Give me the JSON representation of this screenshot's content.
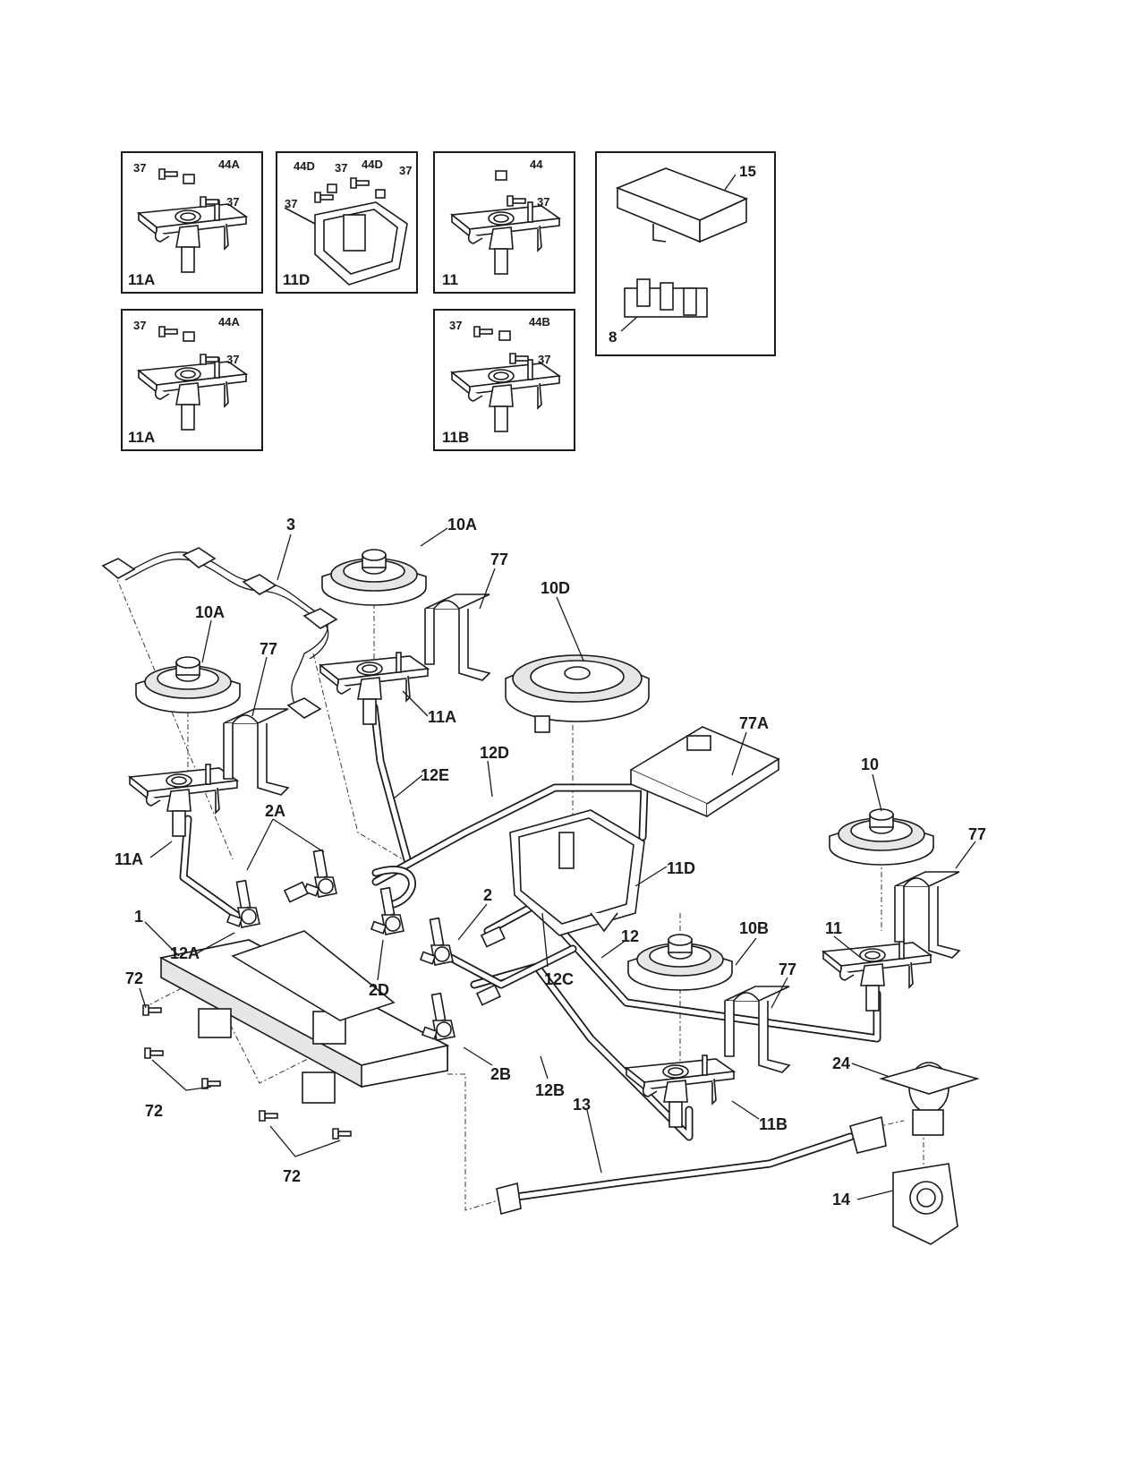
{
  "insets": {
    "p1": {
      "part": "11A",
      "screw_left": "37",
      "cap": "44A",
      "screw_right": "37"
    },
    "p2": {
      "part": "11D",
      "cap_left": "44D",
      "screw_mid": "37",
      "cap_right": "44D",
      "screw_right": "37",
      "screw_left": "37"
    },
    "p3": {
      "part": "11",
      "cap": "44",
      "screw_right": "37"
    },
    "p4": {
      "cover": "15",
      "module": "8"
    },
    "p5": {
      "part": "11A",
      "screw_left": "37",
      "cap": "44A",
      "screw_right": "37"
    },
    "p6": {
      "part": "11B",
      "screw_left": "37",
      "cap": "44B",
      "screw_right": "37"
    }
  },
  "callouts": {
    "harness": "3",
    "burner_rear_left": "10A",
    "bracket_rear_left": "77",
    "burner_center": "10D",
    "bracket_center": "77A",
    "burner_front_left": "10A",
    "bracket_front_left": "77",
    "base_rear_left": "11A",
    "base_front_left": "11A",
    "tube_12d": "12D",
    "tube_12e": "12E",
    "valve_2a": "2A",
    "burner_right": "10",
    "bracket_right": "77",
    "base_center": "11D",
    "base_right": "11",
    "tube_12a": "12A",
    "manifold": "1",
    "valve_2": "2",
    "burner_10b": "10B",
    "tube_12": "12",
    "bracket_mid": "77",
    "screw_72_a": "72",
    "valve_2d": "2D",
    "tube_12c": "12C",
    "screw_72_b": "72",
    "valve_2b": "2B",
    "regulator_top": "24",
    "tube_12b": "12B",
    "base_11b": "11B",
    "tube_13": "13",
    "screw_72_c": "72",
    "regulator": "14"
  }
}
